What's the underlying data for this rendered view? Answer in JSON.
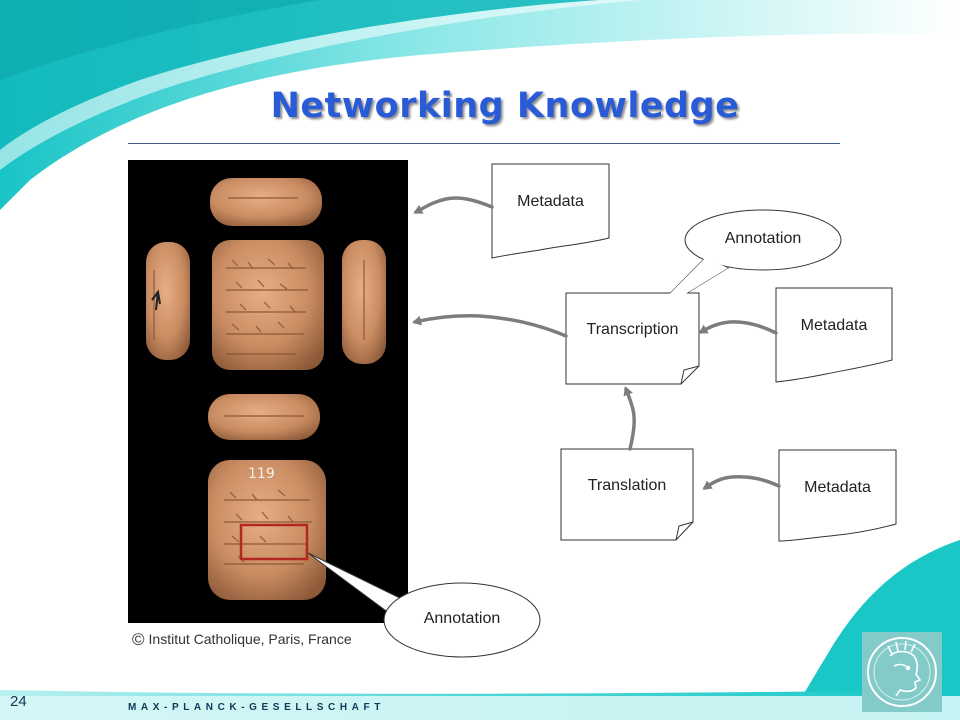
{
  "slide": {
    "title": "Networking Knowledge",
    "page_number": "24",
    "brand": "MAX-PLANCK-GESELLSCHAFT"
  },
  "photo": {
    "caption_symbol": "©",
    "caption": "Institut Catholique, Paris, France",
    "tablet_inscription": "119"
  },
  "diagram": {
    "metadata_top": "Metadata",
    "annotation_top": "Annotation",
    "transcription": "Transcription",
    "metadata_mid": "Metadata",
    "translation": "Translation",
    "metadata_bottom": "Metadata",
    "annotation_bottom": "Annotation"
  },
  "colors": {
    "title": "#2a5bd7",
    "teal_wave": "#19c7c7",
    "arrow": "#7d7d7d",
    "highlight_box": "#b0281f",
    "footer_text": "#0b3b57"
  },
  "icons": [
    "max-planck-minerva-logo"
  ]
}
